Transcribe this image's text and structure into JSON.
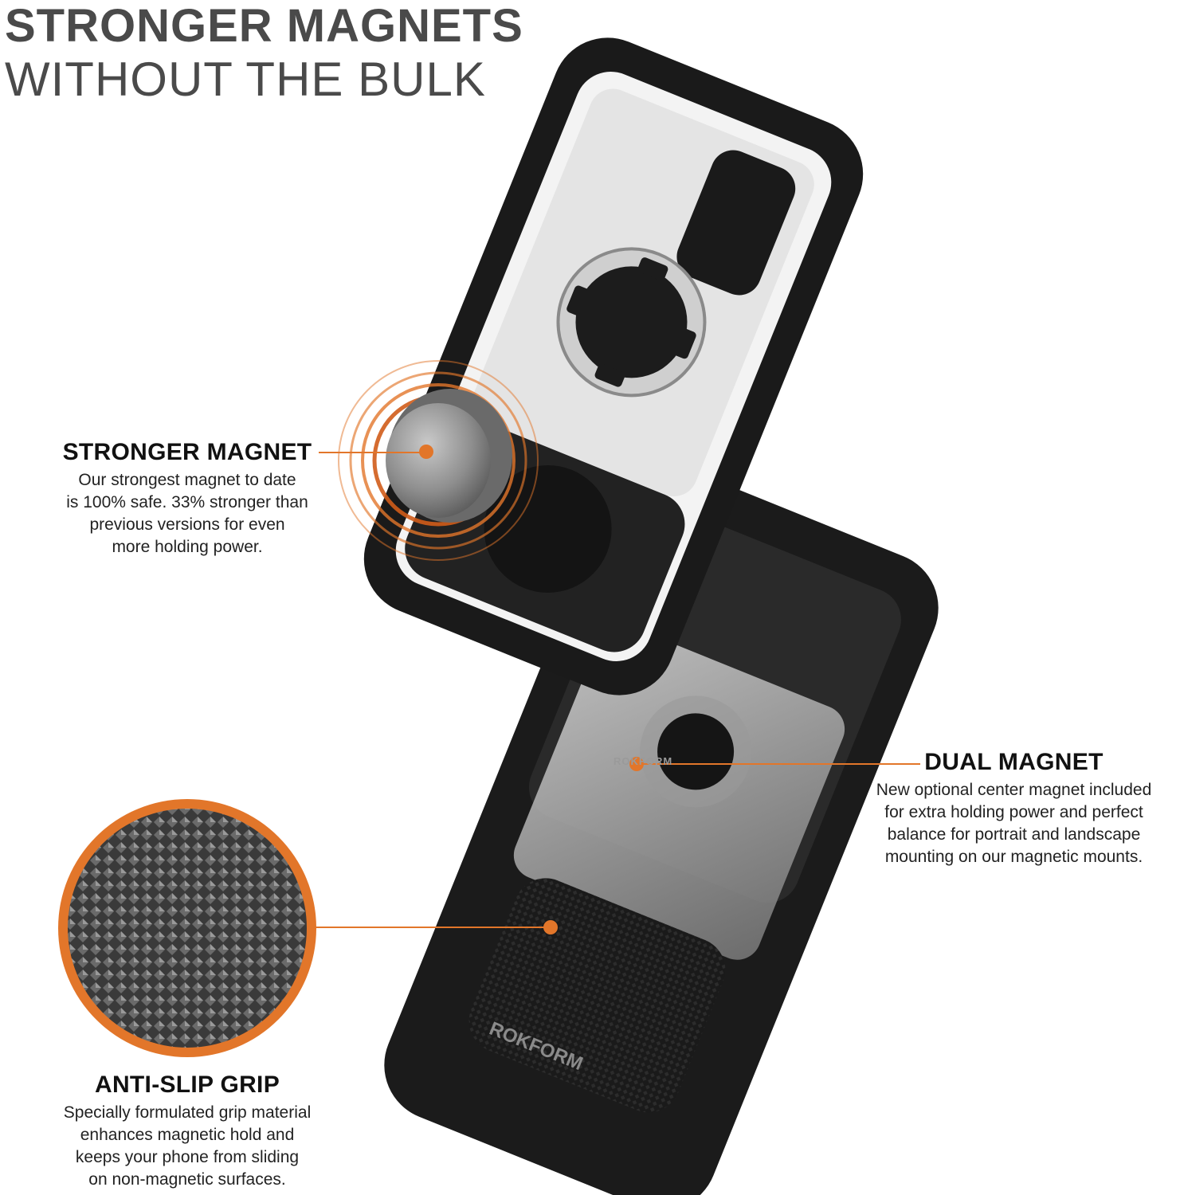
{
  "headline": {
    "line1": "STRONGER MAGNETS",
    "line2": "WITHOUT THE BULK"
  },
  "callouts": {
    "stronger_magnet": {
      "title": "STRONGER MAGNET",
      "body": [
        "Our strongest magnet to date",
        "is 100% safe. 33% stronger than",
        "previous versions for even",
        "more holding power."
      ]
    },
    "dual_magnet": {
      "title": "DUAL MAGNET",
      "body": [
        "New optional center magnet included",
        "for extra holding power and perfect",
        "balance for portrait and landscape",
        "mounting on our magnetic mounts."
      ]
    },
    "anti_slip": {
      "title": "ANTI-SLIP GRIP",
      "body": [
        "Specially formulated grip material",
        "enhances magnetic hold and",
        "keeps your phone from sliding",
        "on non-magnetic surfaces."
      ]
    }
  },
  "brand": {
    "logo_case": "ROKFORM",
    "logo_mount": "ROKFORM"
  },
  "colors": {
    "accent": "#e2762a",
    "heading": "#4a4a4a",
    "case": "#1b1b1b"
  }
}
